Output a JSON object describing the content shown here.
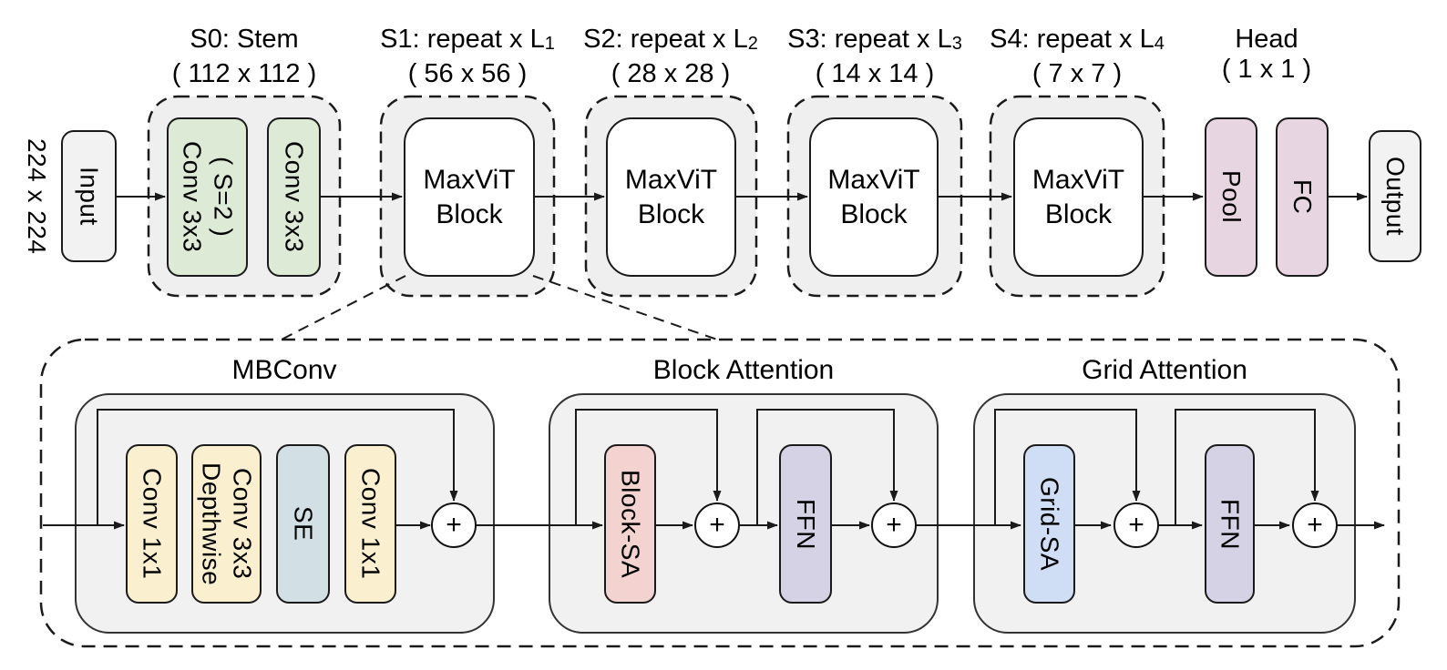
{
  "diagram": {
    "plus": "+",
    "input": {
      "size": "224 x 224",
      "label": "Input"
    },
    "output": {
      "label": "Output"
    },
    "stages": [
      {
        "title": "S0: Stem",
        "sub": "",
        "size": "( 112 x 112 )"
      },
      {
        "title": "S1: repeat x L",
        "sub": "1",
        "size": "( 56 x 56 )"
      },
      {
        "title": "S2: repeat x L",
        "sub": "2",
        "size": "( 28 x 28 )"
      },
      {
        "title": "S3: repeat x L",
        "sub": "3",
        "size": "( 14 x 14 )"
      },
      {
        "title": "S4: repeat x L",
        "sub": "4",
        "size": "( 7 x 7 )"
      }
    ],
    "stem_blocks": [
      "Conv 3x3\n( S=2 )",
      "Conv 3x3"
    ],
    "maxvit_block": "MaxViT\nBlock",
    "head": {
      "title": "Head",
      "size": "( 1 x 1 )",
      "pool": "Pool",
      "fc": "FC"
    },
    "mbconv": {
      "title": "MBConv",
      "blocks": [
        "Conv 1x1",
        "Depthwise\nConv 3x3",
        "SE",
        "Conv 1x1"
      ]
    },
    "block_attention": {
      "title": "Block Attention",
      "sa": "Block-SA",
      "ffn": "FFN"
    },
    "grid_attention": {
      "title": "Grid Attention",
      "sa": "Grid-SA",
      "ffn": "FFN"
    },
    "colors": {
      "stem_conv": "#dcead6",
      "head_block": "#e8d5e2",
      "conv1x1": "#faf0d0",
      "se": "#d2dfe4",
      "block_sa": "#f2d3cf",
      "ffn": "#d6d2e6",
      "grid_sa": "#cfddf5",
      "stage_container_bg": "#efefef",
      "section_bg": "#f1f1f1",
      "io_block": "#f2f2f2",
      "line": "#1a1a1a"
    }
  }
}
